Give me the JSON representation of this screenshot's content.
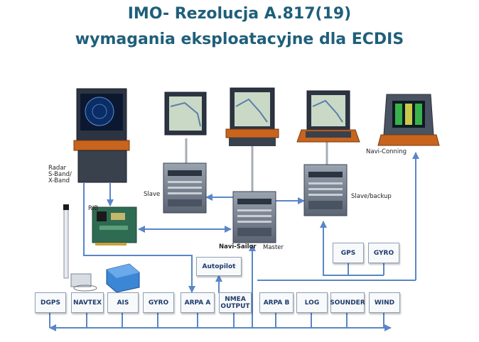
{
  "title": {
    "line1": "IMO- Rezolucja A.817(19)",
    "line2": "wymagania eksploatacyjne dla ECDIS"
  },
  "labels": {
    "radar": "Radar\nS-Band/\nX-Band",
    "rib": "RIB",
    "slave": "Slave",
    "slave_backup": "Slave/backup",
    "navi_sailor": "Navi-Sailor",
    "master": "Master",
    "navi_conning": "Navi-Conning"
  },
  "boxes": {
    "dgps": "DGPS",
    "navtex": "NAVTEX",
    "ais": "AIS",
    "gyro_bottom": "GYRO",
    "arpa_a": "ARPA A",
    "nmea_output": "NMEA\nOUTPUT",
    "arpa_b": "ARPA B",
    "log": "LOG",
    "sounder": "SOUNDER",
    "wind": "WIND",
    "autopilot": "Autopilot",
    "gps": "GPS",
    "gyro_top": "GYRO"
  },
  "colors": {
    "title": "#1f5f7a",
    "connector": "#5a86c8",
    "box_text": "#1e3b6b",
    "console_orange": "#c8641e",
    "console_dark": "#2c3442"
  }
}
